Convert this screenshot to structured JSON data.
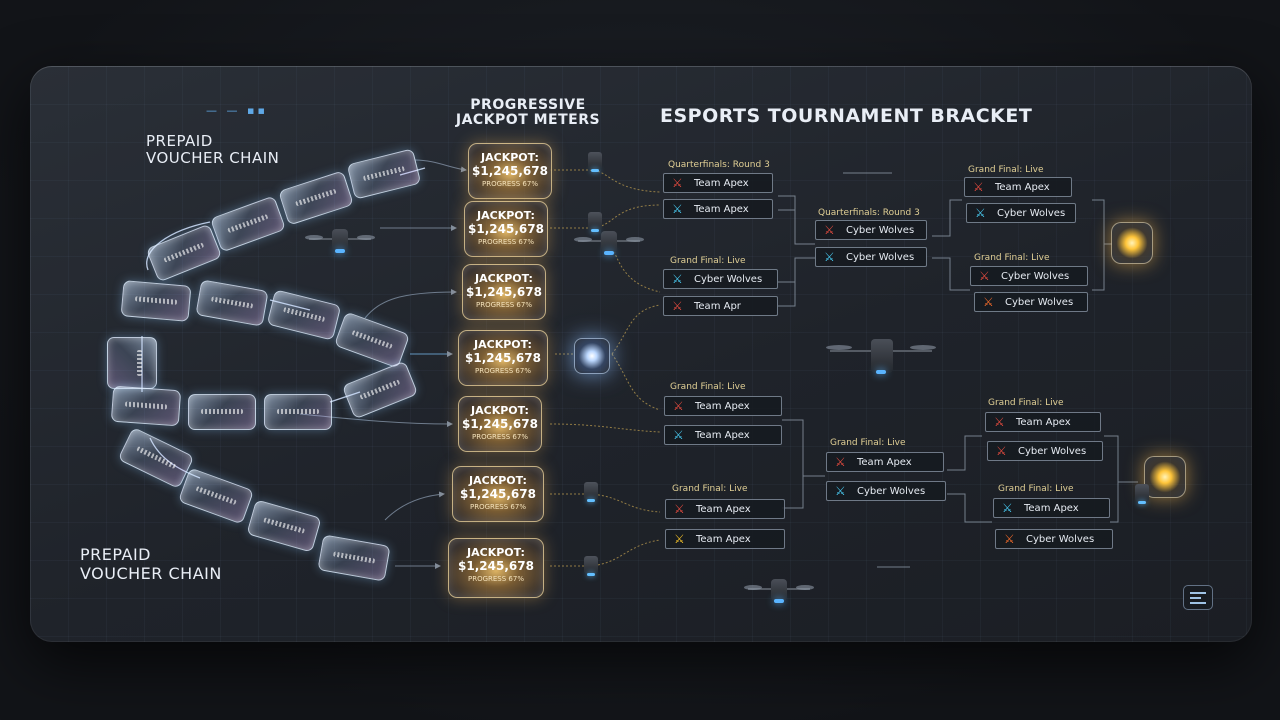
{
  "header": {
    "main_title": "ESPORTS TOURNAMENT BRACKET",
    "meters_title_line1": "PROGRESSIVE",
    "meters_title_line2": "JACKPOT METERS",
    "chain_top_line1": "PREPAID",
    "chain_top_line2": "VOUCHER CHAIN",
    "chain_bottom_line1": "PREPAID",
    "chain_bottom_line2": "VOUCHER CHAIN"
  },
  "meters": [
    {
      "label": "JACKPOT:",
      "amount": "$1,245,678",
      "sub": "PROGRESS 67%"
    },
    {
      "label": "JACKPOT:",
      "amount": "$1,245,678",
      "sub": "PROGRESS 67%"
    },
    {
      "label": "JACKPOT:",
      "amount": "$1,245,678",
      "sub": "PROGRESS 67%"
    },
    {
      "label": "JACKPOT:",
      "amount": "$1,245,678",
      "sub": "PROGRESS 67%"
    },
    {
      "label": "JACKPOT:",
      "amount": "$1,245,678",
      "sub": "PROGRESS 67%"
    },
    {
      "label": "JACKPOT:",
      "amount": "$1,245,678",
      "sub": "PROGRESS 67%"
    },
    {
      "label": "JACKPOT:",
      "amount": "$1,245,678",
      "sub": "PROGRESS 67%"
    }
  ],
  "bracket": {
    "groups": [
      "Quarterfinals: Round 3",
      "Grand Final: Live",
      "Grand Final: Live",
      "Grand Final: Live",
      "Quarterfinals: Round 3",
      "Grand Final: Live",
      "Grand Final: Live",
      "Grand Final: Live",
      "Grand Final: Live",
      "Grand Final: Live"
    ],
    "teams": [
      {
        "name": "Team Apex",
        "logo": "red"
      },
      {
        "name": "Team Apex",
        "logo": "cyan"
      },
      {
        "name": "Cyber Wolves",
        "logo": "cyan"
      },
      {
        "name": "Team Apr",
        "logo": "red"
      },
      {
        "name": "Team Apex",
        "logo": "red"
      },
      {
        "name": "Team Apex",
        "logo": "cyan"
      },
      {
        "name": "Team Apex",
        "logo": "red"
      },
      {
        "name": "Team Apex",
        "logo": "yellow"
      },
      {
        "name": "Cyber Wolves",
        "logo": "red"
      },
      {
        "name": "Cyber Wolves",
        "logo": "cyan"
      },
      {
        "name": "Team Apex",
        "logo": "red"
      },
      {
        "name": "Cyber Wolves",
        "logo": "cyan"
      },
      {
        "name": "Team Apex",
        "logo": "red"
      },
      {
        "name": "Cyber Wolves",
        "logo": "cyan"
      },
      {
        "name": "Cyber Wolves",
        "logo": "red"
      },
      {
        "name": "Cyber Wolves",
        "logo": "orange"
      },
      {
        "name": "Team Apex",
        "logo": "red"
      },
      {
        "name": "Cyber Wolves",
        "logo": "red"
      },
      {
        "name": "Team Apex",
        "logo": "cyan"
      },
      {
        "name": "Cyber Wolves",
        "logo": "orange"
      }
    ]
  },
  "icons": {
    "logo_glyph": "⚔",
    "menu": "menu-icon",
    "drone": "drone-icon",
    "voucher": "voucher-icon"
  },
  "colors": {
    "panel": "#23272e",
    "jackpot_glow": "#ffc56a",
    "accent_blue": "#5ab4ff",
    "team_red": "#e34b3f",
    "team_cyan": "#48c8ee",
    "team_orange": "#f06a2a",
    "team_yellow": "#f2c028"
  }
}
